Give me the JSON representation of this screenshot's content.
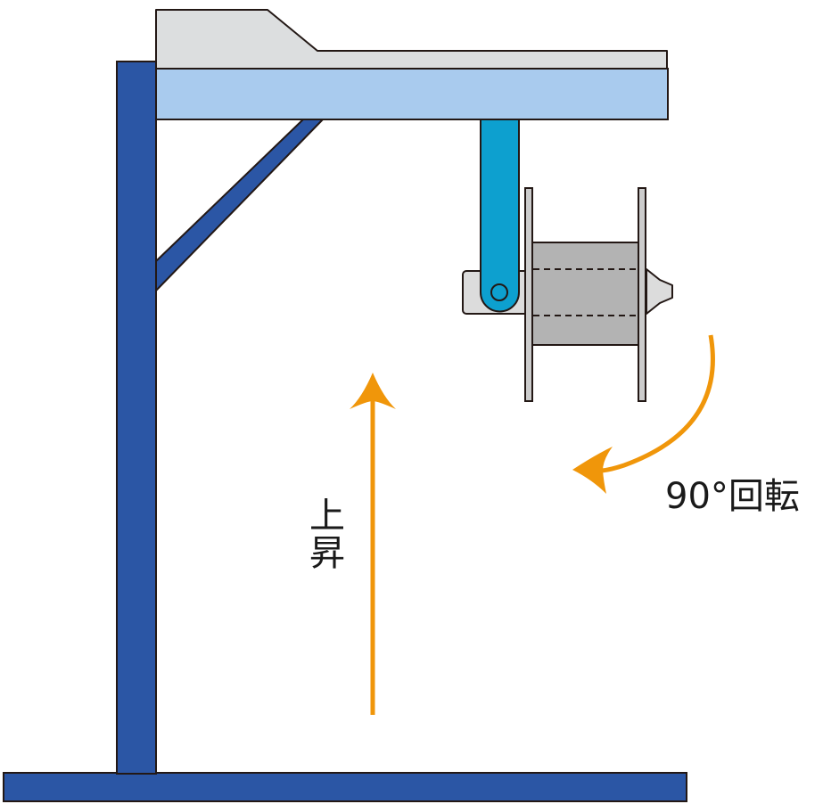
{
  "labels": {
    "rise_char_1": "上",
    "rise_char_2": "昇",
    "rotation": "90°回転"
  },
  "colors": {
    "frame_blue": "#2b56a5",
    "beam_light_blue": "#a9cbee",
    "cover_gray": "#dcdedf",
    "arm_cyan": "#0da0cf",
    "reel_gray": "#b3b3b3",
    "shaft_gray": "#dcdcdc",
    "flange_gray": "#cccccc",
    "arrow_orange": "#f0960a",
    "outline": "#231815"
  }
}
